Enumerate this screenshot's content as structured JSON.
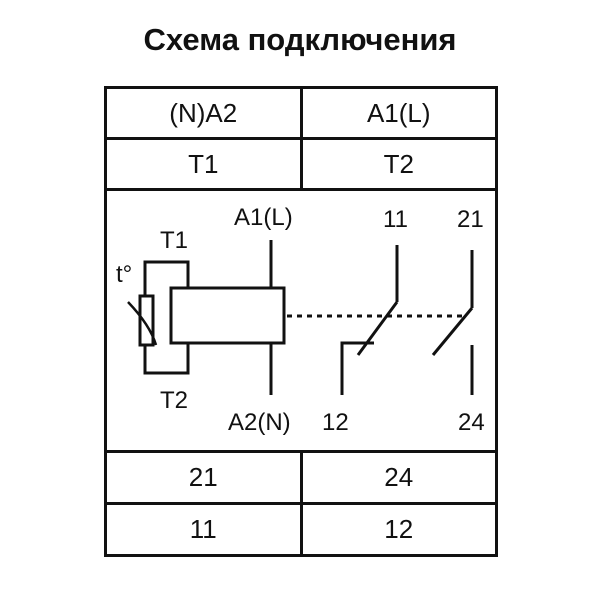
{
  "title": "Схема подключения",
  "top_rows": [
    [
      "(N)A2",
      "A1(L)"
    ],
    [
      "T1",
      "T2"
    ]
  ],
  "bottom_rows": [
    [
      "21",
      "24"
    ],
    [
      "11",
      "12"
    ]
  ],
  "diagram": {
    "t1": "T1",
    "t2": "T2",
    "temp": "t°",
    "a1": "A1(L)",
    "a2": "A2(N)",
    "c11": "11",
    "c12": "12",
    "c21": "21",
    "c24": "24"
  }
}
